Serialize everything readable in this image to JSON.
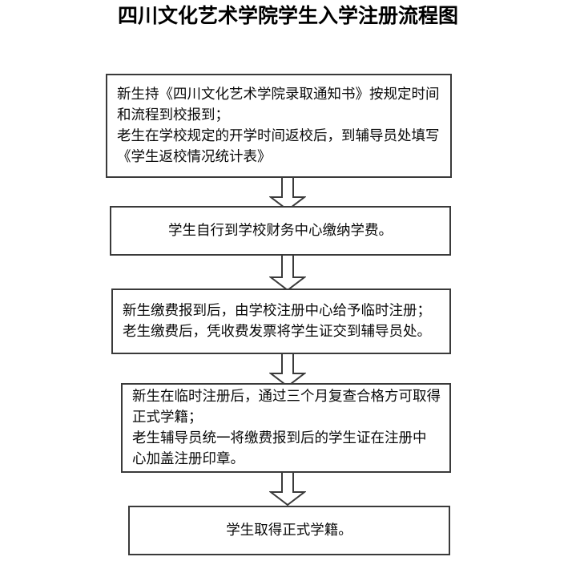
{
  "page": {
    "title": "四川文化艺术学院学生入学注册流程图",
    "background_color": "#ffffff",
    "border_color": "#3a3a3a",
    "text_color": "#0a0a0a"
  },
  "flowchart": {
    "type": "flowchart",
    "orientation": "top-to-bottom",
    "nodes": [
      {
        "id": "node-1",
        "align": "left",
        "text": "新生持《四川文化艺术学院录取通知书》按规定时间\n和流程到校报到；\n老生在学校规定的开学时间返校后，到辅导员处填写\n《学生返校情况统计表》"
      },
      {
        "id": "node-2",
        "align": "center",
        "text": "学生自行到学校财务中心缴纳学费。"
      },
      {
        "id": "node-3",
        "align": "left",
        "text": "新生缴费报到后，由学校注册中心给予临时注册；\n老生缴费后，凭收费发票将学生证交到辅导员处。"
      },
      {
        "id": "node-4",
        "align": "left",
        "text": "新生在临时注册后，通过三个月复查合格方可取得\n正式学籍；\n老生辅导员统一将缴费报到后的学生证在注册中\n心加盖注册印章。"
      },
      {
        "id": "node-5",
        "align": "center",
        "text": "学生取得正式学籍。"
      }
    ],
    "connectors": [
      {
        "id": "arrow-1",
        "from": "node-1",
        "to": "node-2",
        "shape": "down-arrow"
      },
      {
        "id": "arrow-2",
        "from": "node-2",
        "to": "node-3",
        "shape": "down-arrow"
      },
      {
        "id": "arrow-3",
        "from": "node-3",
        "to": "node-4",
        "shape": "down-arrow"
      },
      {
        "id": "arrow-4",
        "from": "node-4",
        "to": "node-5",
        "shape": "down-arrow"
      }
    ]
  }
}
